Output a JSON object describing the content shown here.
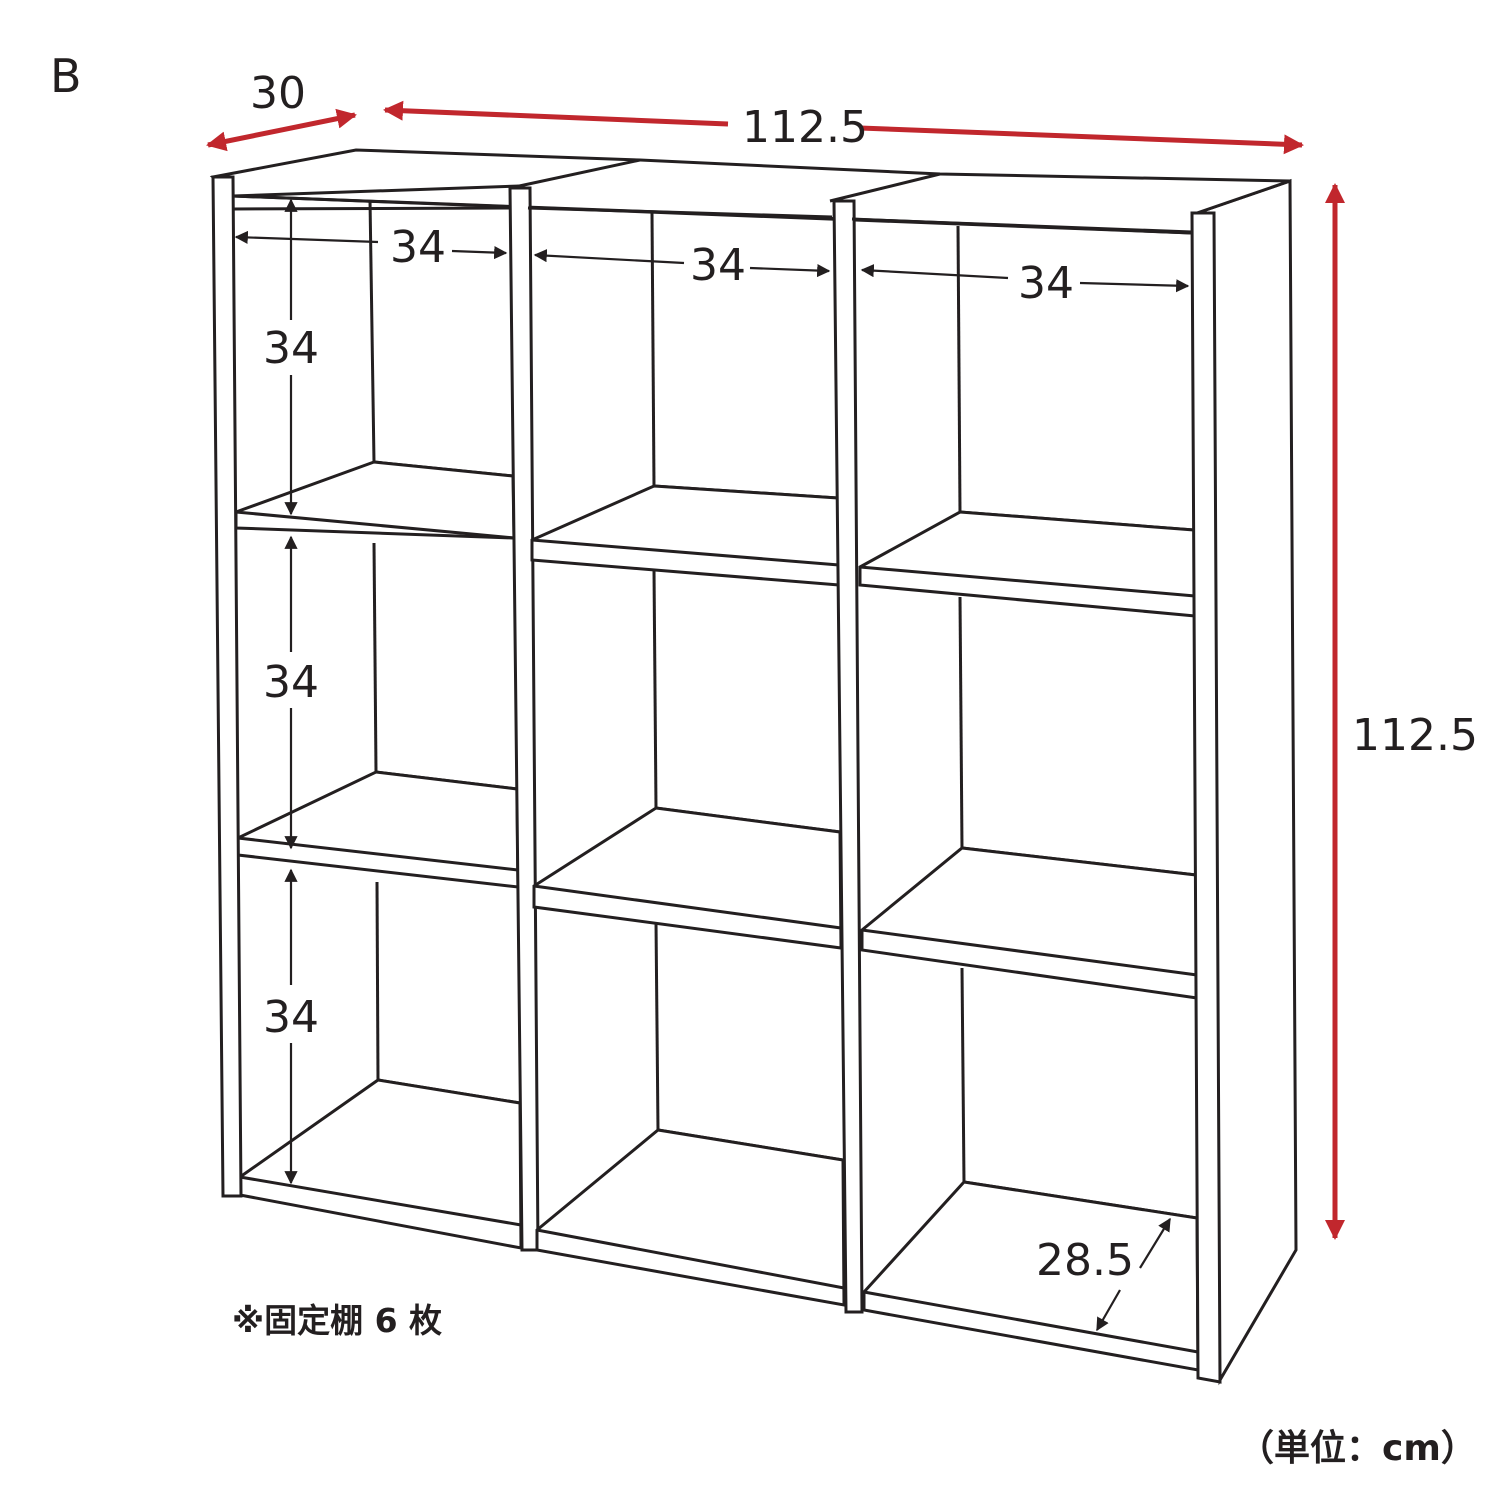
{
  "figure_label": "B",
  "dimensions": {
    "depth": "30",
    "total_width": "112.5",
    "total_height": "112.5",
    "cell_width_left": "34",
    "cell_width_center": "34",
    "cell_width_right": "34",
    "cell_height_top": "34",
    "cell_height_middle": "34",
    "cell_height_bottom": "34",
    "inner_depth": "28.5"
  },
  "note": "※固定棚 6 枚",
  "unit_label": "（単位：cm）",
  "colors": {
    "outline": "#231f20",
    "dimension_red": "#c1272d"
  }
}
